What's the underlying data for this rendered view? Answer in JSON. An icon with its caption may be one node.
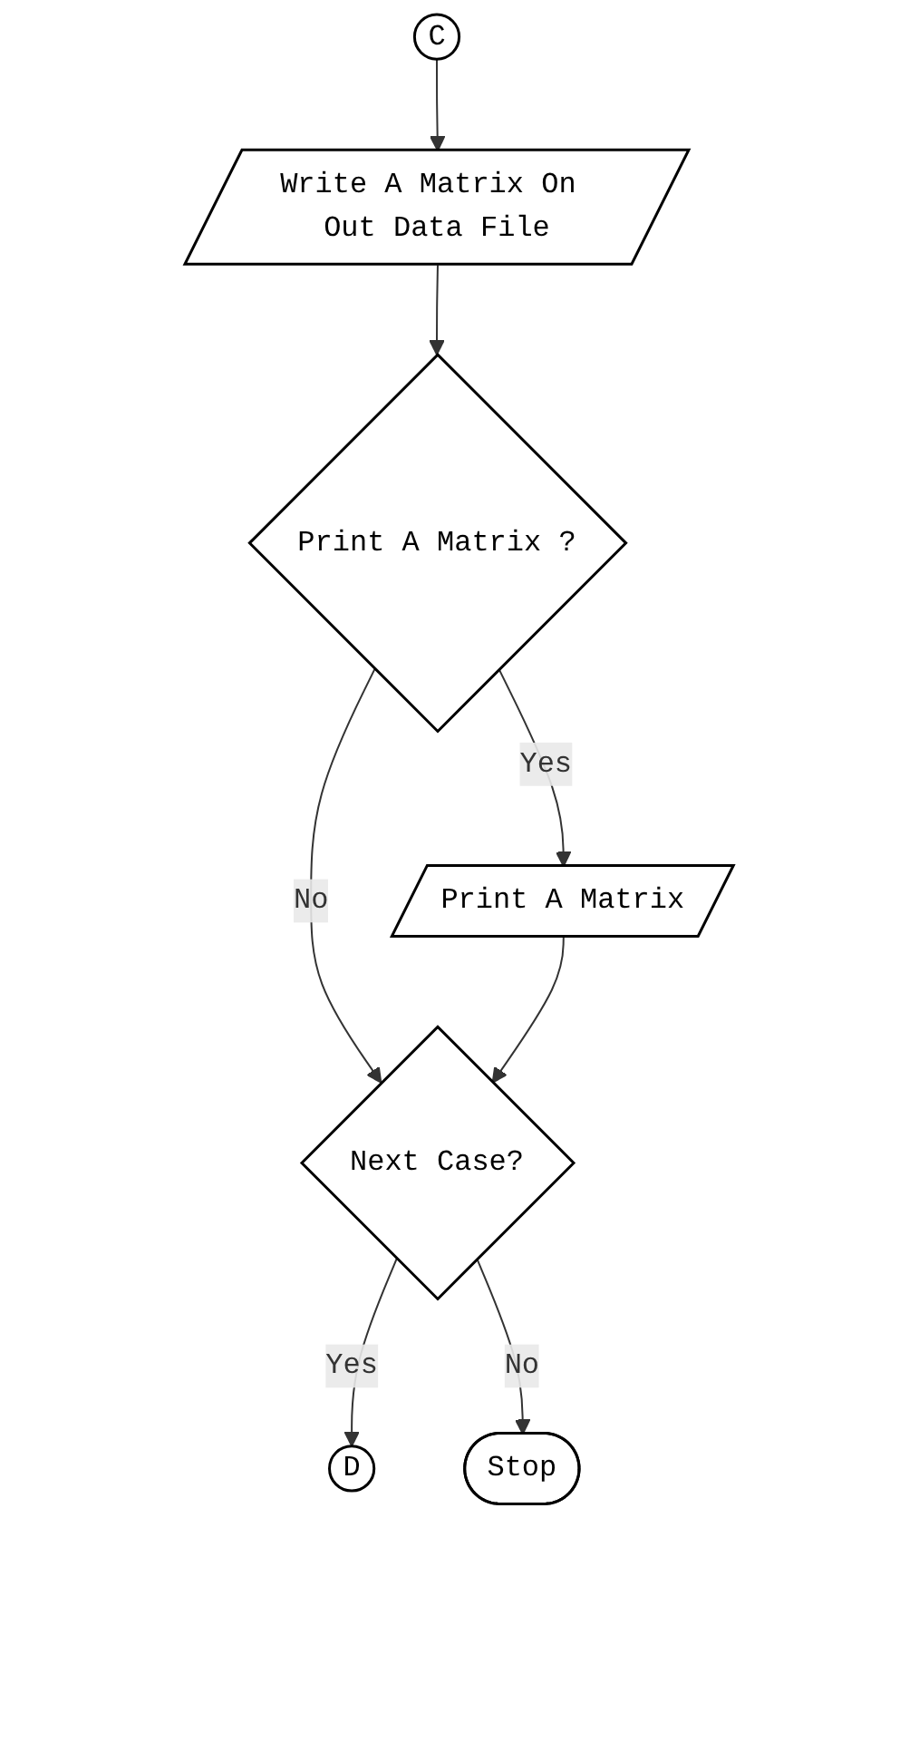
{
  "diagram": {
    "nodes": [
      {
        "text": [
          "C"
        ]
      },
      {
        "text": [
          "Write A Matrix On Out Data File"
        ]
      },
      {
        "text": [
          "Print A Matrix ?"
        ]
      },
      {
        "text": [
          "Print A Matrix"
        ]
      },
      {
        "text": [
          "Next Case?"
        ]
      },
      {
        "text": [
          "D"
        ]
      },
      {
        "text": [
          "Stop"
        ]
      }
    ],
    "edges": [
      {
        "from": 0,
        "to": 1,
        "arrow": "to"
      },
      {
        "from": 1,
        "to": 2,
        "arrow": "to"
      },
      {
        "from": 2,
        "to": 3,
        "arrow": "to",
        "label": "Yes"
      },
      {
        "from": 2,
        "to": 4,
        "arrow": "to",
        "label": "No"
      },
      {
        "from": 3,
        "to": 4,
        "arrow": "to"
      },
      {
        "from": 4,
        "to": 5,
        "arrow": "to",
        "label": "Yes"
      },
      {
        "from": 4,
        "to": 6,
        "arrow": "to",
        "label": "No"
      }
    ]
  }
}
